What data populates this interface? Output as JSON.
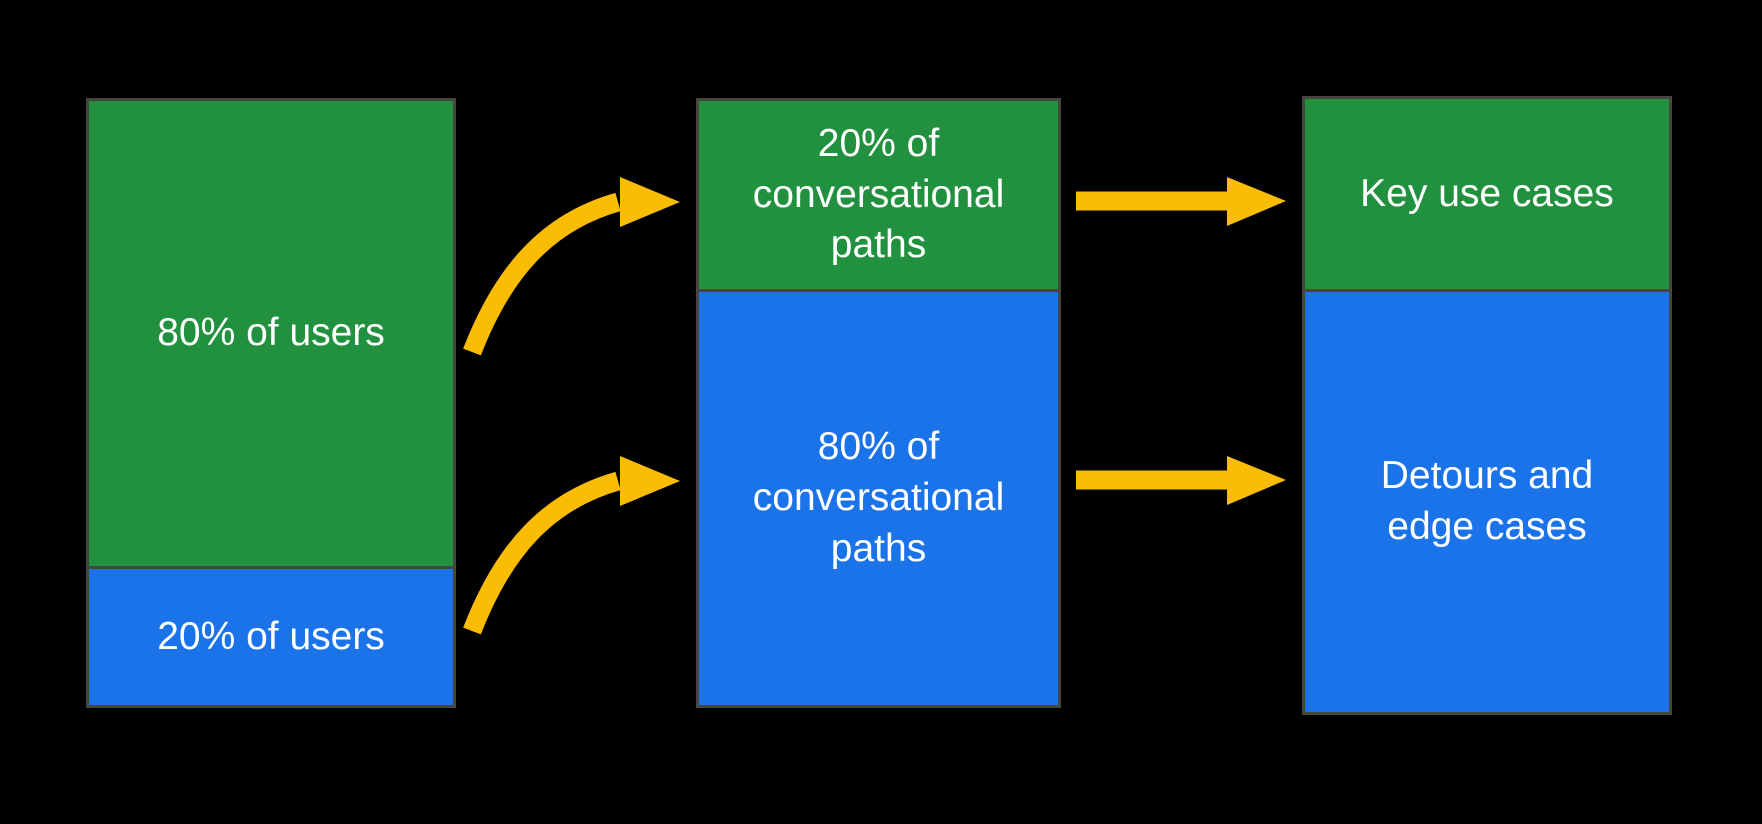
{
  "colors": {
    "background": "#000000",
    "green": "#21913f",
    "blue": "#1a73e8",
    "yellow": "#fbbc04",
    "border": "#46453e",
    "text": "#ffffff"
  },
  "columns": [
    {
      "name": "users",
      "segments": [
        {
          "label": "80% of users",
          "color": "green"
        },
        {
          "label": "20% of users",
          "color": "blue"
        }
      ]
    },
    {
      "name": "conversational-paths",
      "segments": [
        {
          "label": "20% of conversational paths",
          "color": "green"
        },
        {
          "label": "80% of conversational paths",
          "color": "blue"
        }
      ]
    },
    {
      "name": "outcomes",
      "segments": [
        {
          "label": "Key use cases",
          "color": "green"
        },
        {
          "label": "Detours and edge cases",
          "color": "blue"
        }
      ]
    }
  ],
  "arrows": [
    {
      "name": "curved-arrow-top",
      "from": "80% of users",
      "to": "20% of conversational paths",
      "style": "curved"
    },
    {
      "name": "curved-arrow-bottom",
      "from": "20% of users",
      "to": "80% of conversational paths",
      "style": "curved"
    },
    {
      "name": "straight-arrow-top",
      "from": "20% of conversational paths",
      "to": "Key use cases",
      "style": "straight"
    },
    {
      "name": "straight-arrow-bottom",
      "from": "80% of conversational paths",
      "to": "Detours and edge cases",
      "style": "straight"
    }
  ]
}
